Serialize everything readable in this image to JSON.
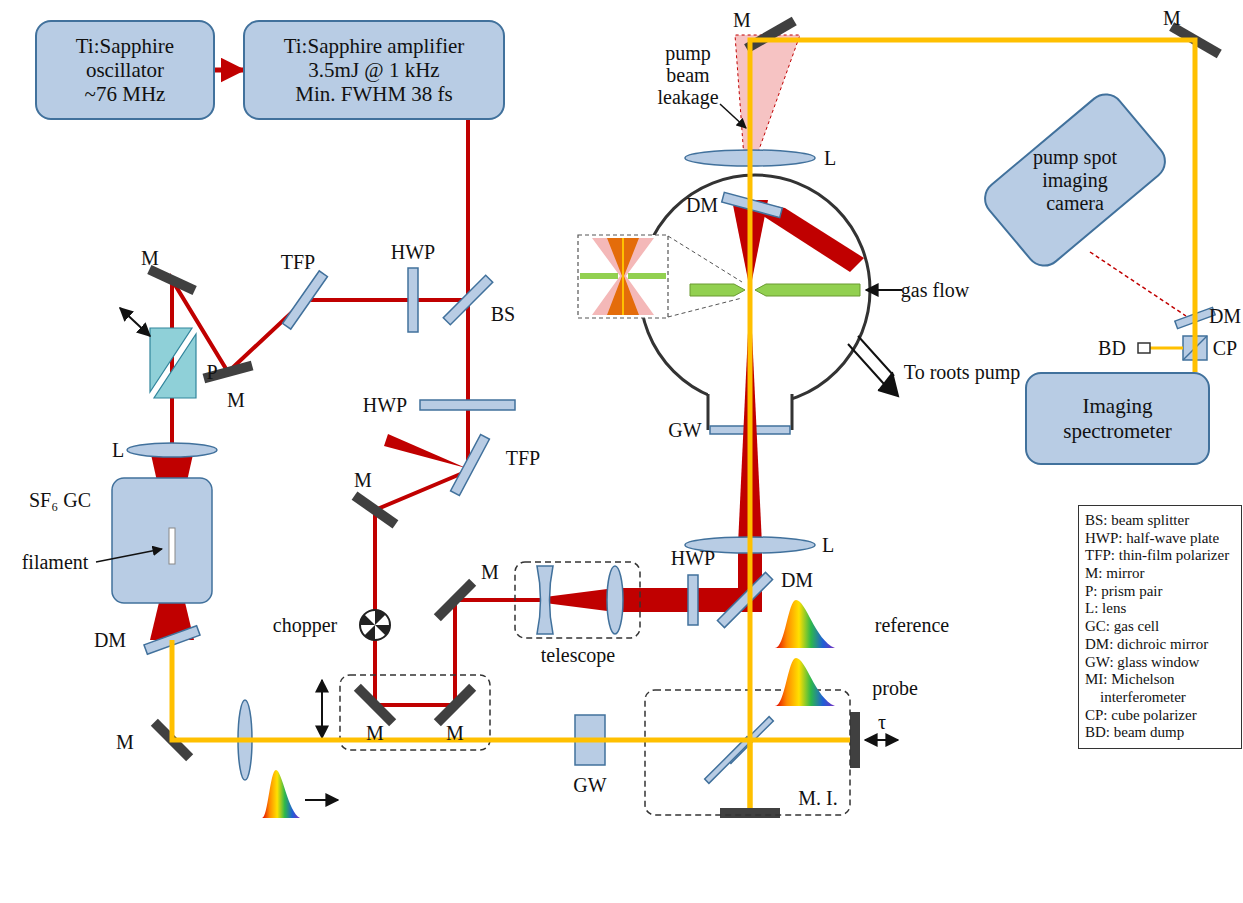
{
  "diagram": {
    "nodes": [
      {
        "text": [
          "Ti:Sapphire oscillator",
          "~76 MHz"
        ]
      },
      {
        "text": [
          "Ti:Sapphire amplifier",
          "3.5mJ @ 1 kHz",
          "Min. FWHM 38 fs"
        ]
      },
      {
        "text": [
          "pump spot imaging camera"
        ]
      },
      {
        "text": [
          "Imaging spectrometer"
        ]
      },
      {
        "text": [
          "BS: beam splitter",
          "HWP: half-wave plate",
          "TFP: thin-film polarizer",
          "M: mirror",
          "P: prism pair",
          "L: lens",
          "GC: gas cell",
          "DM: dichroic mirror",
          "GW: glass window",
          "MI: Michelson interferometer",
          "CP: cube polarizer",
          "BD: beam dump"
        ]
      }
    ],
    "edges": [
      {
        "from": 0,
        "to": 1,
        "arrow": "to"
      }
    ],
    "labels": [
      "M",
      "TFP",
      "HWP",
      "BS",
      "HWP",
      "TFP",
      "M",
      "P",
      "L",
      "SF₆ GC",
      "filament",
      "DM",
      "M",
      "M",
      "chopper",
      "M",
      "M",
      "M",
      "telescope",
      "HWP",
      "DM",
      "GW",
      "M. I.",
      "τ",
      "reference",
      "probe",
      "L",
      "GW",
      "L",
      "DM",
      "pump beam leakage",
      "gas flow",
      "To roots pump",
      "M",
      "M",
      "DM",
      "BD",
      "CP"
    ]
  }
}
